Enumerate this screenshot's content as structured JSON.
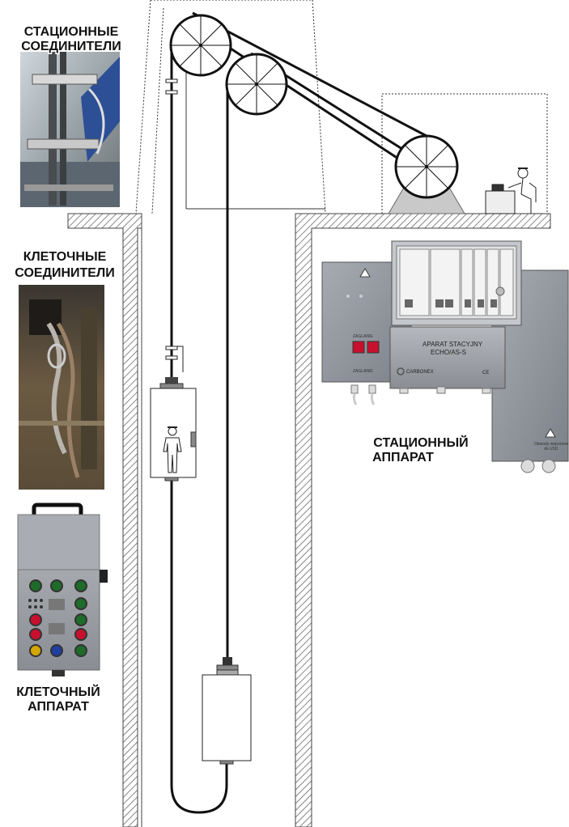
{
  "labels": {
    "stationary_connectors_line1": "СТАЦИОННЫЕ",
    "stationary_connectors_line2": "СОЕДИНИТЕЛИ",
    "cage_connectors_line1": "КЛЕТОЧНЫЕ",
    "cage_connectors_line2": "СОЕДИНИТЕЛИ",
    "cage_device_line1": "КЛЕТОЧНЫЙ",
    "cage_device_line2": "АППАРАТ",
    "stationary_device_line1": "СТАЦИОННЫЙ",
    "stationary_device_line2": "АППАРАТ"
  },
  "device": {
    "name_line1": "APARAT STACYJNY",
    "name_line2": "ECHO/AS-S",
    "brand": "CARBONEX",
    "ce_mark": "CE",
    "button1_label": "ZAGLANIE",
    "button2_label": "ZAGLANIE",
    "warning_text_line1": "Obwody wejsciowe",
    "warning_text_line2": "do USD"
  },
  "colors": {
    "rope": "#111111",
    "ground_hatch": "#555555",
    "device_body": "#8e9299",
    "indicator_red": "#c8102e",
    "indicator_green": "#1e6b2a",
    "indicator_blue": "#1f3fa0",
    "indicator_yellow": "#d4a600"
  },
  "icons": [
    "person-icon",
    "operator-icon",
    "warning-icon",
    "carbonex-logo-icon"
  ]
}
